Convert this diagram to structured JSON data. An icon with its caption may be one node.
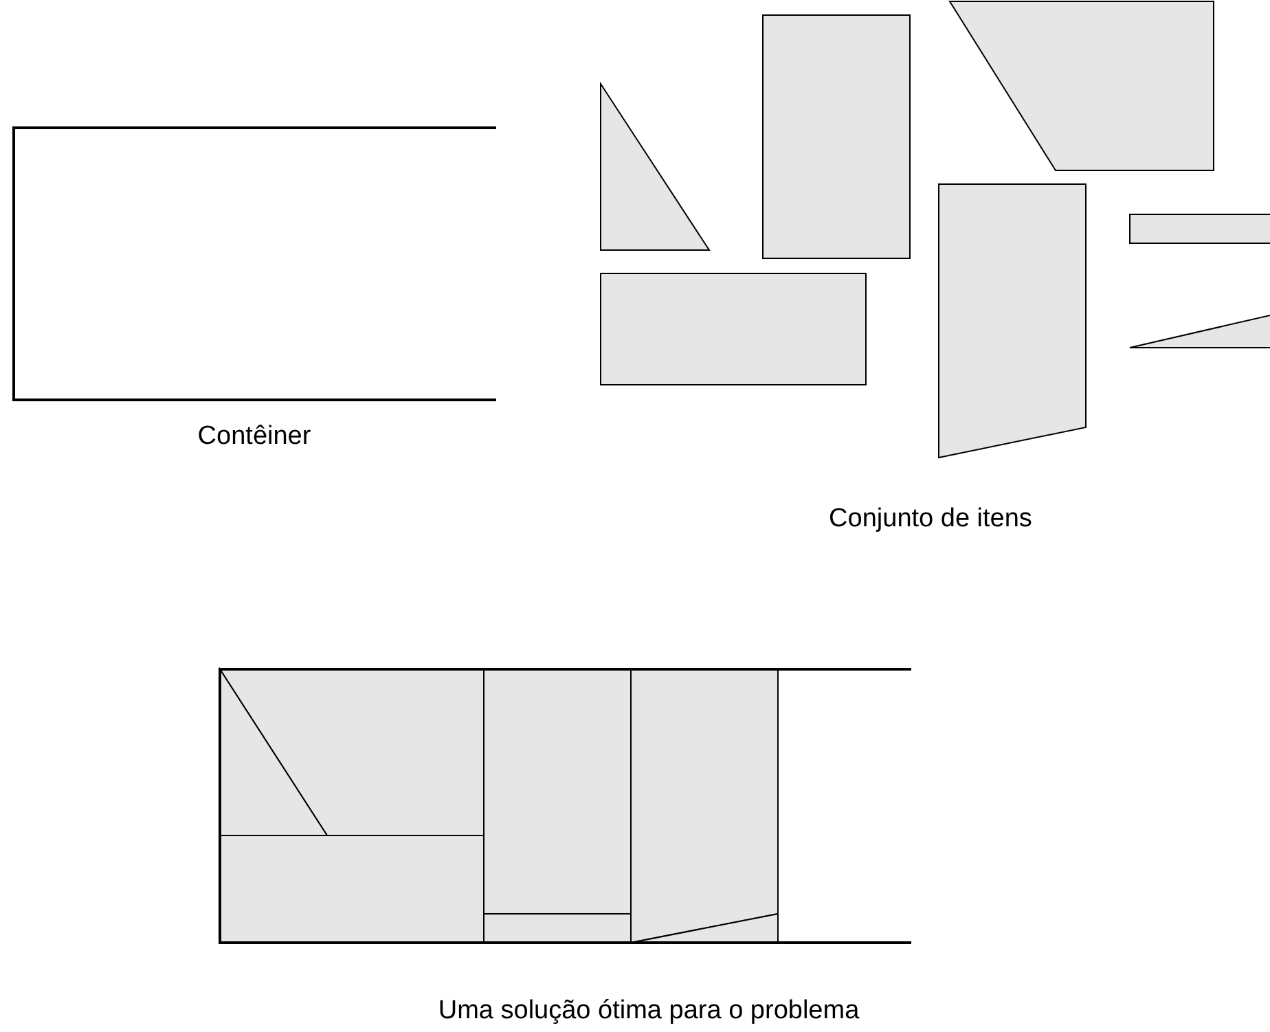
{
  "diagram": {
    "labels": [
      "Contêiner",
      "Conjunto de itens",
      "Uma solução ótima para o problema"
    ]
  }
}
